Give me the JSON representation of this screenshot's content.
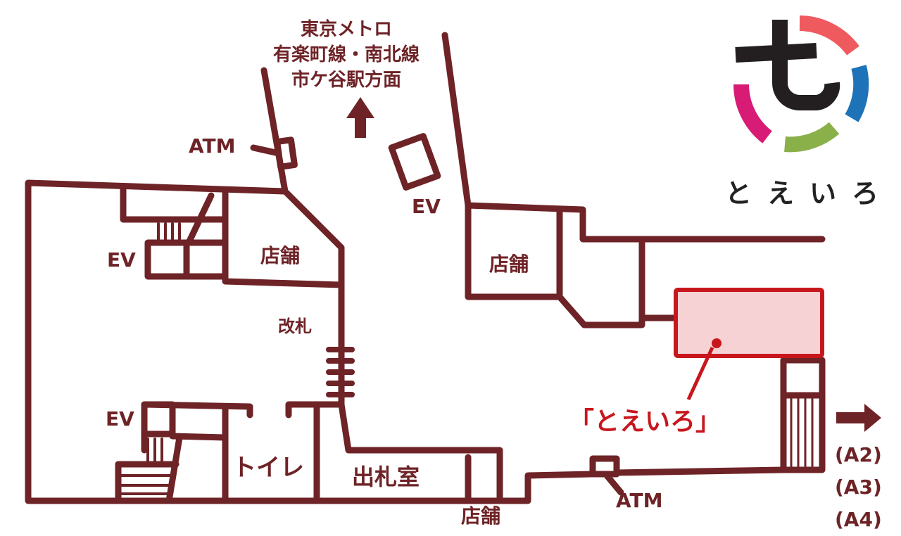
{
  "map": {
    "direction_label": [
      "東京メトロ",
      "有楽町線・南北線",
      "市ケ谷駅方面"
    ],
    "atm_top": "ATM",
    "atm_bottom": "ATM",
    "ev_center": "EV",
    "ev_left_top": "EV",
    "ev_left_bottom": "EV",
    "shop_left": "店舗",
    "shop_right": "店舗",
    "shop_bottom": "店舗",
    "ticket_gate": "改札",
    "toilet": "トイレ",
    "ticket_office": "出札室",
    "highlight_label": "「とえいろ」",
    "exits": [
      "(A2)",
      "(A3)",
      "(A4)"
    ]
  },
  "logo": {
    "text": "とえいろ",
    "colors": {
      "red": "#ef5a5f",
      "blue": "#1e73b8",
      "green": "#8ab04a",
      "magenta": "#d81b74",
      "black": "#231f20"
    }
  },
  "colors": {
    "wall": "#6e2327",
    "highlight": "#c8161d",
    "highlight_fill": "#f6d2d5"
  }
}
